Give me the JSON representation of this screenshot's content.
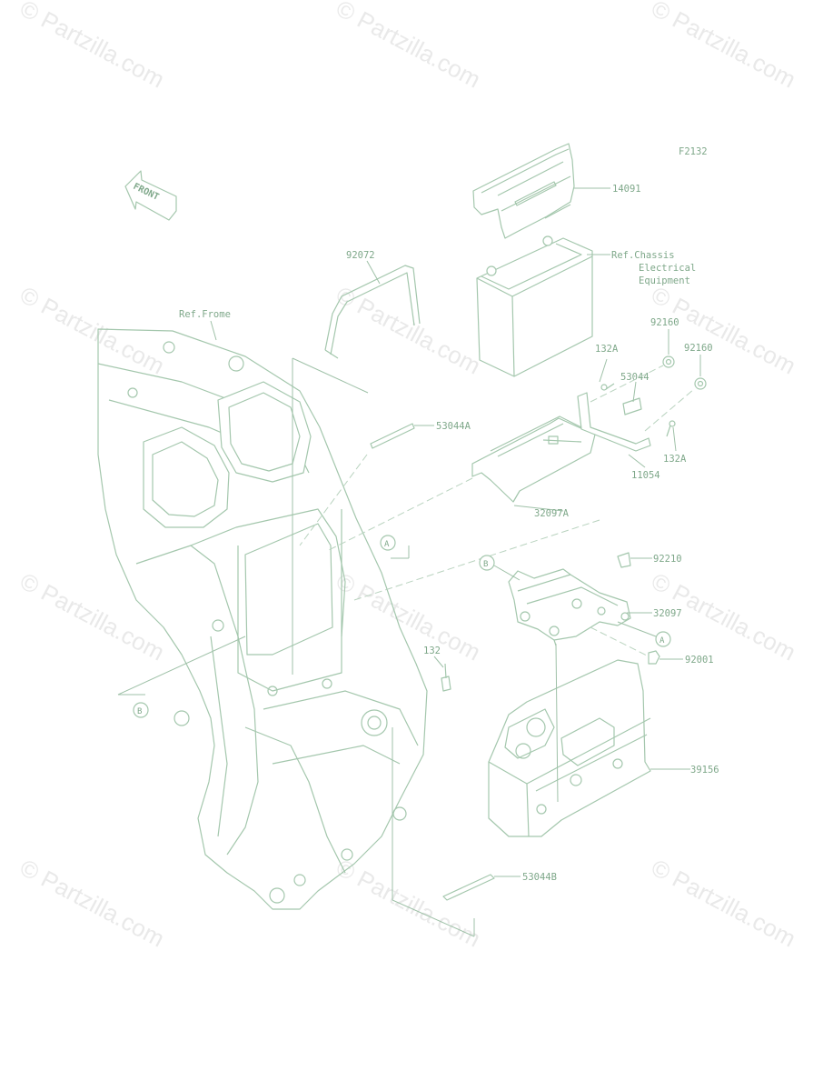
{
  "diagram_id": "F2132",
  "front_label": "FRONT",
  "watermark_text": "© Partzilla.com",
  "colors": {
    "line": "#a4c7ad",
    "label": "#7fa88a",
    "watermark": "#e9e9e9"
  },
  "labels": {
    "p14091": "14091",
    "ref_chassis_1": "Ref.Chassis",
    "ref_chassis_2": "Electrical",
    "ref_chassis_3": "Equipment",
    "p92072": "92072",
    "ref_frame": "Ref.Frome",
    "p92160_a": "92160",
    "p92160_b": "92160",
    "p132A_a": "132A",
    "p53044": "53044",
    "p53044A": "53044A",
    "p132A_b": "132A",
    "p11054": "11054",
    "p32097A": "32097A",
    "p92210": "92210",
    "p32097": "32097",
    "p92001": "92001",
    "p132": "132",
    "p39156": "39156",
    "p53044B": "53044B"
  },
  "callouts": {
    "a": "A",
    "b": "B"
  }
}
